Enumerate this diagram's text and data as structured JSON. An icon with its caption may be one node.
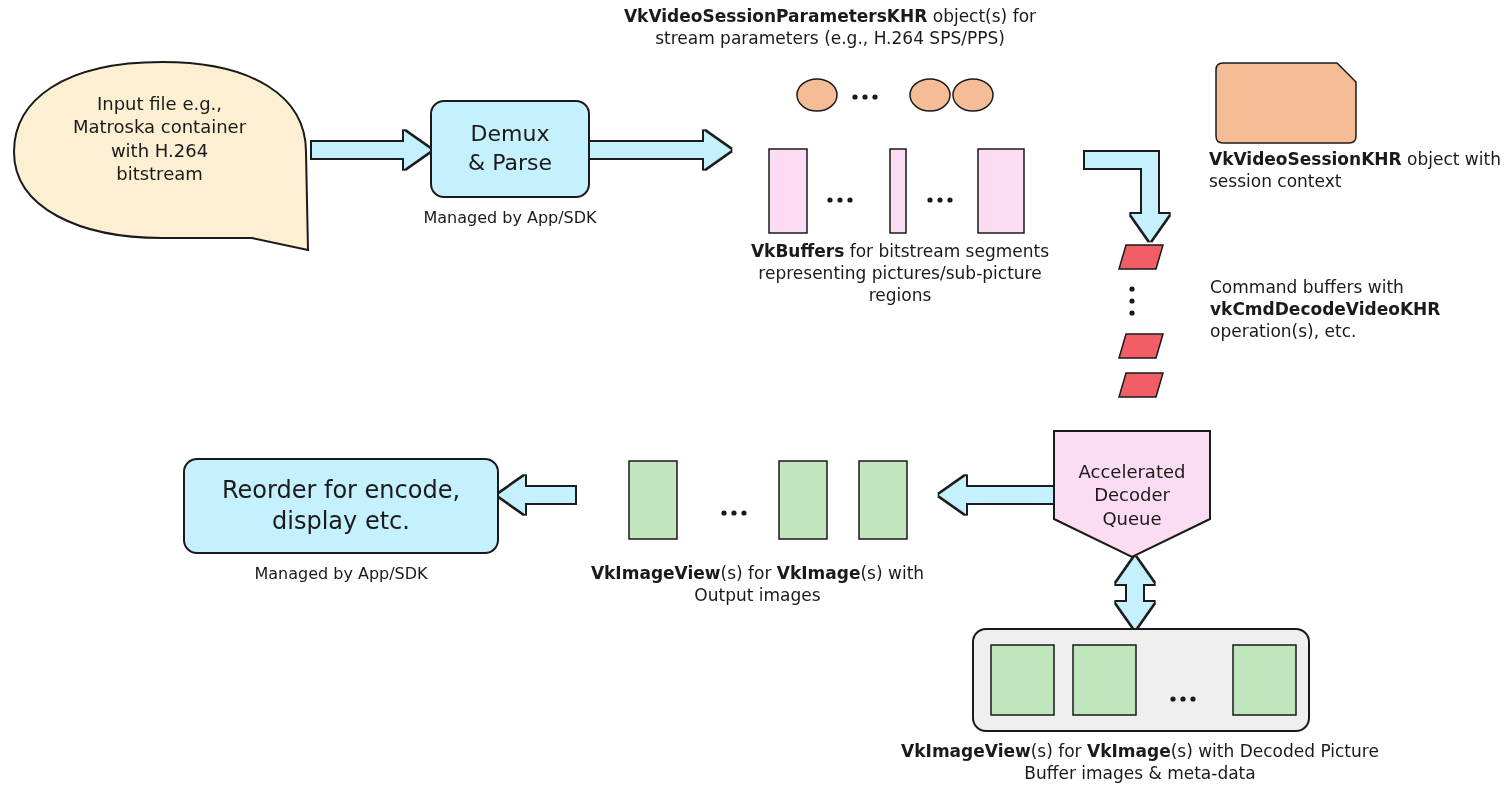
{
  "diagram": {
    "nodes": [
      {
        "text": [
          "Input file e.g., Matroska container with H.264 bitstream"
        ]
      },
      {
        "text": [
          "Demux & Parse"
        ],
        "beside": [
          "Managed by App/SDK"
        ]
      },
      {
        "text": [
          "**VkVideoSessionParametersKHR** object(s) for stream parameters (e.g., H.264 SPS/PPS)"
        ]
      },
      {
        "text": [
          "**VkBuffers** for bitstream segments representing pictures/sub-picture regions"
        ]
      },
      {
        "text": [
          "**VkVideoSessionKHR** object with session context"
        ]
      },
      {
        "text": [
          "Command buffers with **vkCmdDecodeVideoKHR** operation(s), etc."
        ]
      },
      {
        "text": [
          "Accelerated Decoder Queue"
        ]
      },
      {
        "text": [
          "**VkImageView**(s) for **VkImage**(s) with Output images"
        ]
      },
      {
        "text": [
          "Reorder for encode, display etc."
        ],
        "beside": [
          "Managed by App/SDK"
        ]
      },
      {
        "text": [
          "**VkImageView**(s) for **VkImage**(s) with Decoded Picture Buffer images & meta-data"
        ]
      }
    ],
    "edges": [
      {
        "from": 0,
        "to": 1,
        "arrow": "to"
      },
      {
        "from": 1,
        "to": 3,
        "arrow": "to"
      },
      {
        "from": 3,
        "to": 5,
        "arrow": "to"
      },
      {
        "from": 6,
        "to": 7,
        "arrow": "to"
      },
      {
        "from": 7,
        "to": 8,
        "arrow": "to"
      },
      {
        "from": 6,
        "to": 9,
        "arrow": "both"
      }
    ]
  }
}
